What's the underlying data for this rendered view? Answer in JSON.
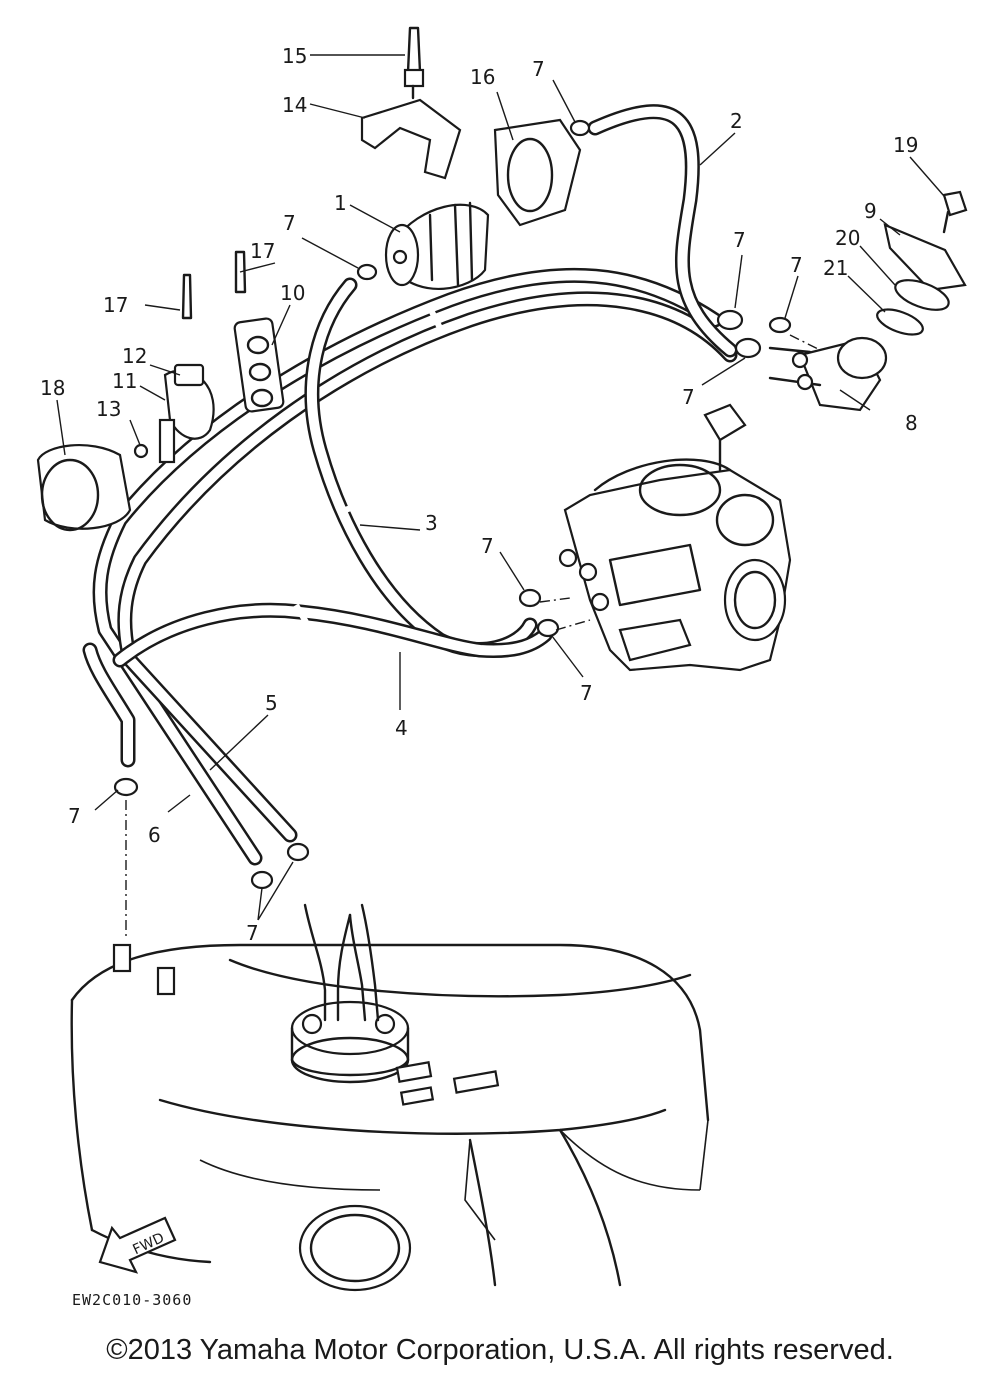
{
  "diagram": {
    "callouts": [
      "1",
      "2",
      "3",
      "4",
      "5",
      "6",
      "7",
      "8",
      "9",
      "10",
      "11",
      "12",
      "13",
      "14",
      "15",
      "16",
      "17",
      "18",
      "19",
      "20",
      "21"
    ],
    "direction_label": "FWD",
    "reference_code": "EW2C010-3060",
    "copyright": "©2013 Yamaha Motor Corporation, U.S.A. All rights reserved."
  }
}
